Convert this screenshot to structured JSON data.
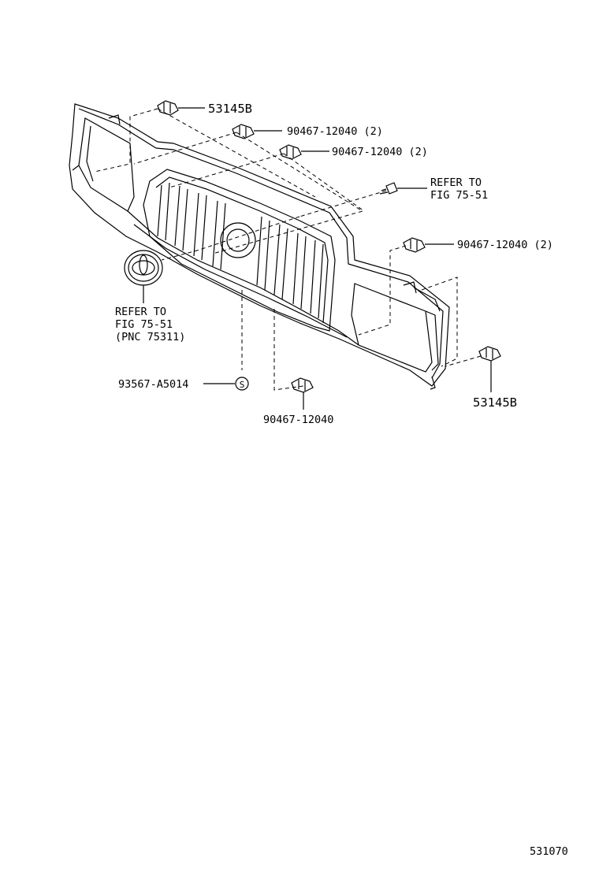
{
  "diagram": {
    "callouts": {
      "clip_top_left": "53145B",
      "clip_upper_1": "90467-12040 (2)",
      "clip_upper_2": "90467-12040 (2)",
      "screw_refer": [
        "REFER TO",
        "FIG 75-51"
      ],
      "clip_right": "90467-12040 (2)",
      "emblem_refer": [
        "REFER TO",
        "FIG 75-51",
        "(PNC 75311)"
      ],
      "rivet": "93567-A5014",
      "rivet_symbol": "S",
      "clip_bottom": "90467-12040",
      "clip_bottom_right": "53145B"
    },
    "figure_number": "531070"
  }
}
